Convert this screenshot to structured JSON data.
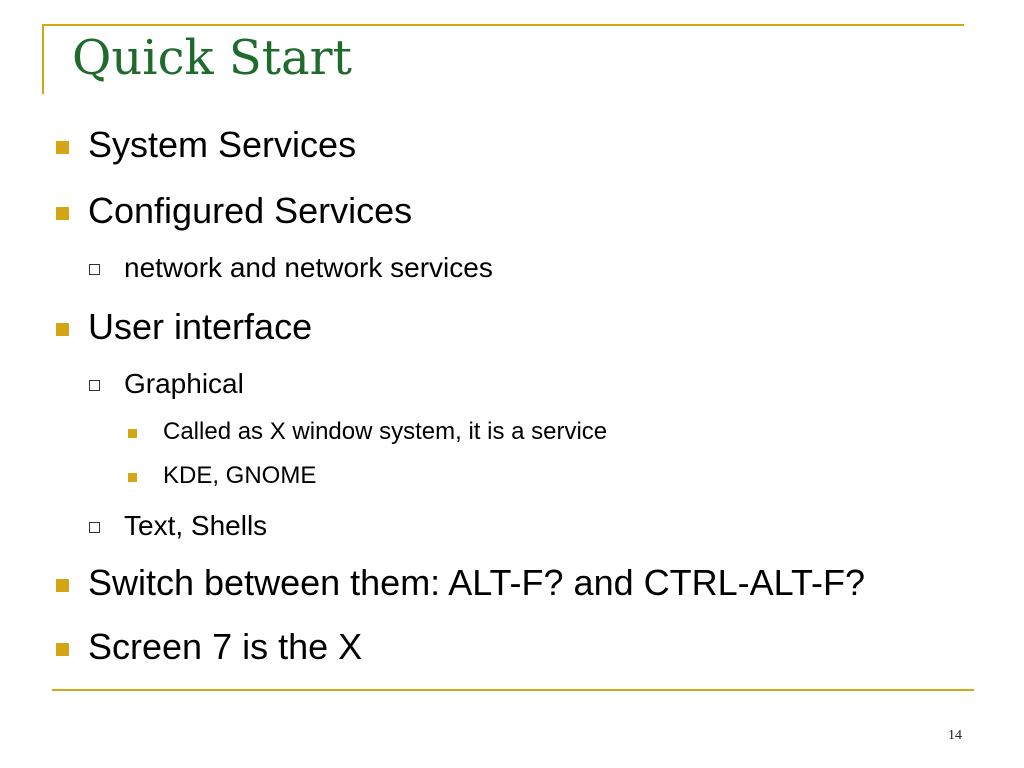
{
  "slide": {
    "title": "Quick Start",
    "page_number": "14",
    "accent_color": "#d4a514",
    "title_color": "#1e6b2c",
    "bullets": [
      {
        "level": 1,
        "text": "System Services"
      },
      {
        "level": 1,
        "text": "Configured Services"
      },
      {
        "level": 2,
        "text": "network and network services"
      },
      {
        "level": 1,
        "text": "User interface"
      },
      {
        "level": 2,
        "text": "Graphical"
      },
      {
        "level": 3,
        "text": "Called as X window system, it is a service"
      },
      {
        "level": 3,
        "text": "KDE, GNOME"
      },
      {
        "level": 2,
        "text": "Text, Shells"
      },
      {
        "level": 1,
        "text": "Switch between them: ALT-F? and CTRL-ALT-F?"
      },
      {
        "level": 1,
        "text": "Screen 7 is the X"
      }
    ]
  }
}
